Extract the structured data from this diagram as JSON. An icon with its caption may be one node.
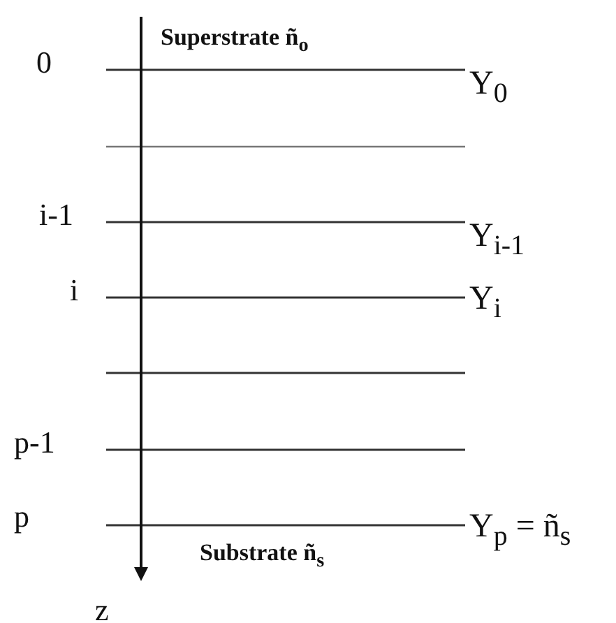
{
  "diagram": {
    "labels": [
      "Superstrate ñ$_{o}$",
      "0",
      "Y$_{0}$",
      "i-1",
      "Y$_{i-1}$",
      "i",
      "Y$_{i}$",
      "p-1",
      "p",
      "Y$_{p}$ = ñ$_{s}$",
      "Substrate ñ$_{s}$",
      "z"
    ]
  }
}
